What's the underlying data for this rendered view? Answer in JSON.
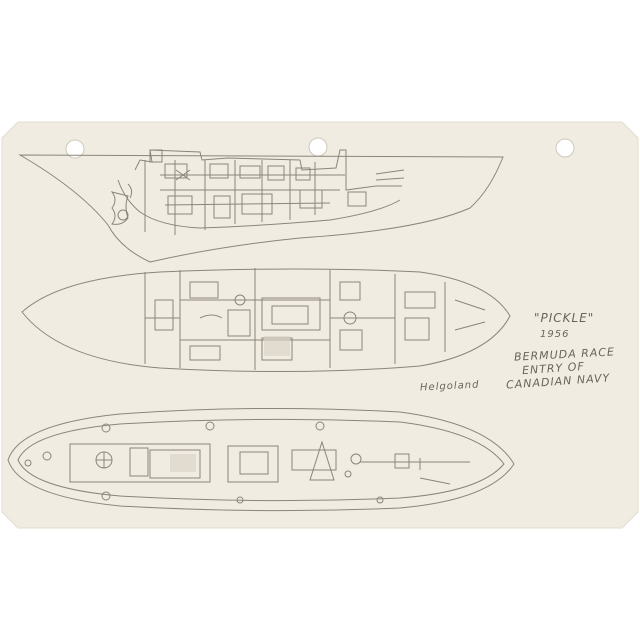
{
  "image": {
    "kind": "pencil sketch on paper card",
    "paper_color": "#f1ece2",
    "pencil_color": "#8a857b",
    "background": "#ffffff"
  },
  "annotations": {
    "title": "\"PICKLE\"",
    "year": "1956",
    "line1": "BERMUDA RACE",
    "line2": "ENTRY OF",
    "line3": "CANADIAN NAVY",
    "side_note": "Helgoland"
  }
}
